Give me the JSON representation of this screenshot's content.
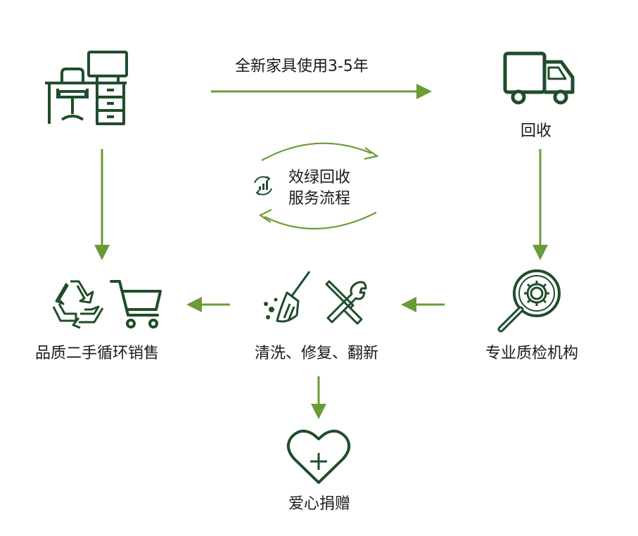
{
  "colors": {
    "icon_dark": "#1f4d2b",
    "arrow_green": "#6a9b37",
    "text": "#1a1a1a",
    "background": "#ffffff"
  },
  "flow": {
    "top_arrow_label": "全新家具使用3-5年",
    "recycle": "回收",
    "inspection": "专业质检机构",
    "refurbish": "清洗、修复、翻新",
    "resale": "品质二手循环销售",
    "donation": "爱心捐赠"
  },
  "center": {
    "line1": "效绿回收",
    "line2": "服务流程",
    "icon": "growth-chart-icon"
  },
  "icons": [
    "office-desk-icon",
    "delivery-truck-icon",
    "magnifier-gear-icon",
    "broom-cleaning-icon",
    "tools-repair-icon",
    "recycle-icon",
    "shopping-cart-icon",
    "heart-plus-icon"
  ]
}
